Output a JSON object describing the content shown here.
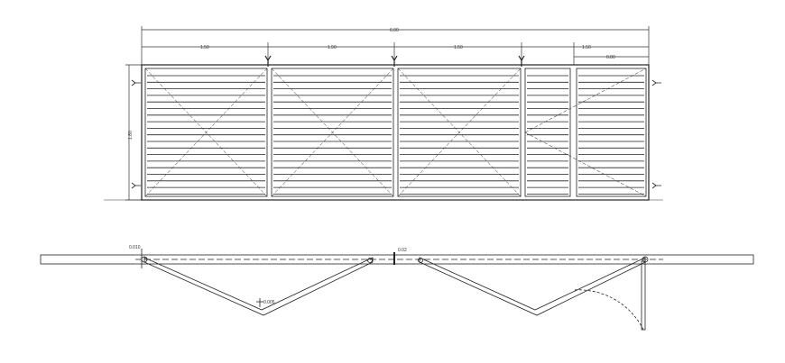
{
  "elevation": {
    "overall_width": "6.00",
    "segments": [
      "1.50",
      "1.50",
      "1.50",
      "1.50"
    ],
    "gate_width": "0.80",
    "height": "1.80"
  },
  "plan": {
    "post_gap": "0.010",
    "center_gap": "0.02",
    "hinge_gap": "0.005"
  },
  "colors": {
    "line": "#222222",
    "background": "#ffffff"
  }
}
